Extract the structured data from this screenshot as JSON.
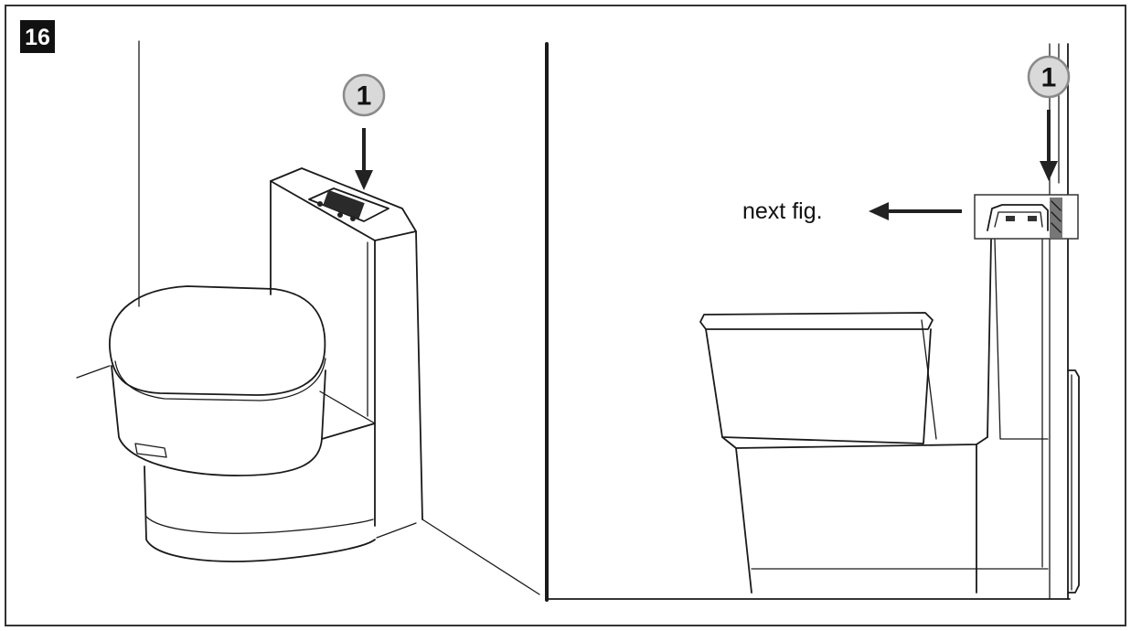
{
  "figure": {
    "number": "16",
    "callouts": [
      {
        "id": "left",
        "label": "1"
      },
      {
        "id": "right",
        "label": "1"
      }
    ],
    "reference_text": "next fig."
  }
}
